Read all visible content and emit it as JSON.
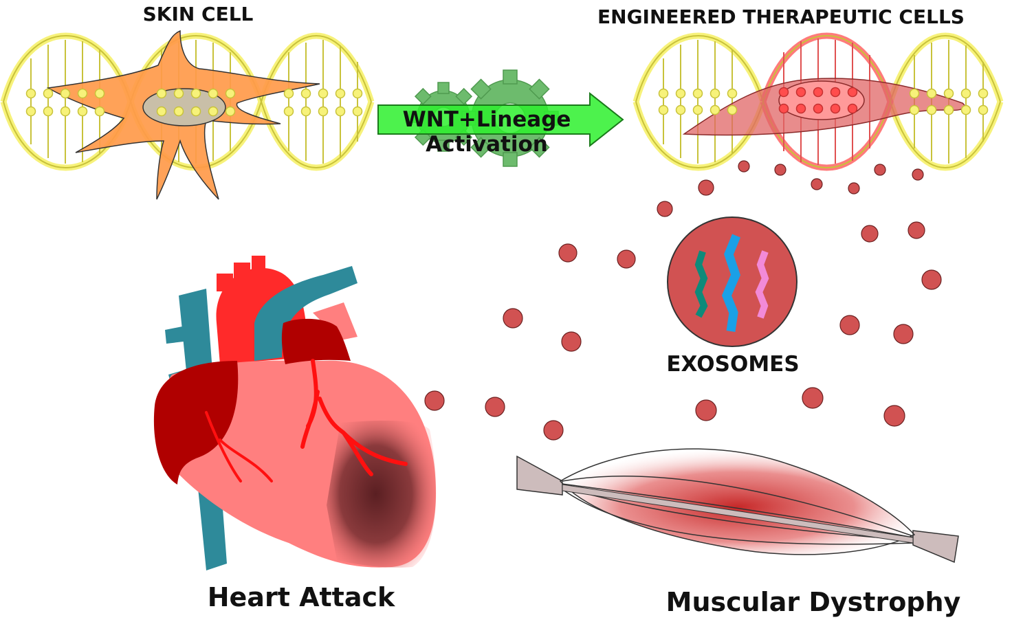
{
  "labels": {
    "skin_cell": "SKIN CELL",
    "engineered_cells": "ENGINEERED THERAPEUTIC CELLS",
    "arrow_line1": "WNT+Lineage",
    "arrow_line2": "Activation",
    "exosomes": "EXOSOMES",
    "heart_attack": "Heart Attack",
    "muscular_dystrophy": "Muscular Dystrophy"
  },
  "colors": {
    "dna_yellow": "#f7f27a",
    "dna_stroke": "#c8c23a",
    "skin_cell": "#ff9a4a",
    "therapeutic_cell": "#e06565",
    "therapeutic_dna": "#ff7b7b",
    "arrow_green": "#2ef02e",
    "gear_green": "#6dbb6d",
    "exosome_red": "#d15252",
    "heart_pink": "#ff7f7f",
    "heart_dark": "#b00000",
    "aorta_red": "#ff2a2a",
    "vessel_blue": "#2e8a9a",
    "tendon_gray": "#cdbcbc"
  },
  "icons": [
    "dna-helix-icon",
    "fibroblast-icon",
    "gear-icon",
    "arrow-right-icon",
    "heart-icon",
    "muscle-icon",
    "exosome-icon"
  ]
}
